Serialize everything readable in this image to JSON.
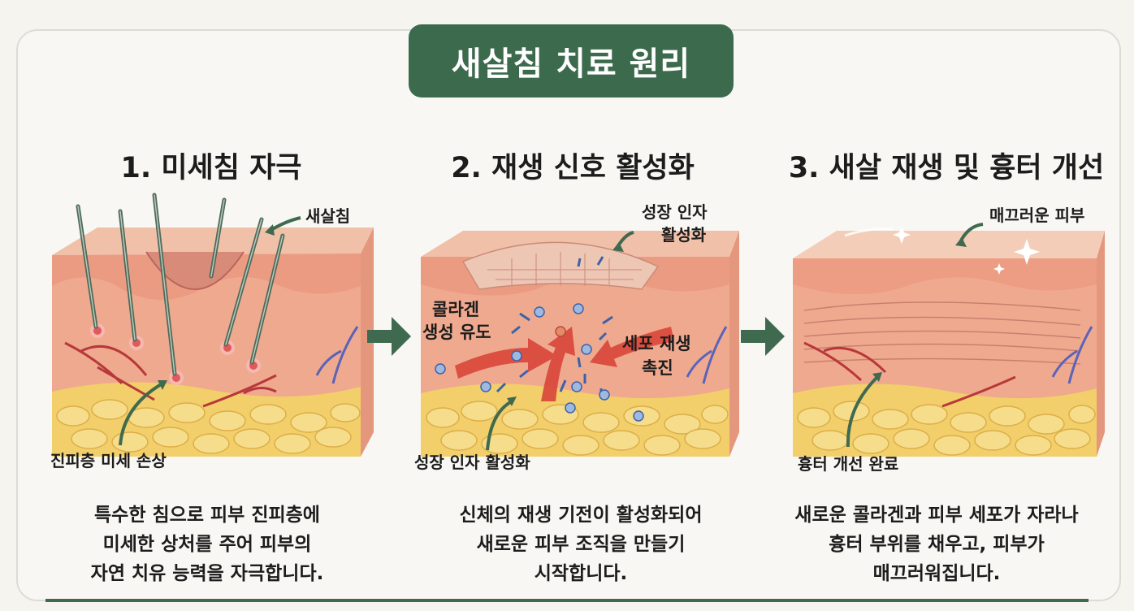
{
  "title": "새살침 치료 원리",
  "steps": [
    {
      "title": "1. 미세침 자극",
      "labels": {
        "needle": "새살침",
        "damage": "진피층 미세 손상"
      },
      "desc": [
        "특수한 침으로 피부 진피층에",
        "미세한 상처를 주어 피부의",
        "자연 치유 능력을 자극합니다."
      ]
    },
    {
      "title": "2. 재생 신호 활성화",
      "labels": {
        "growth_top_1": "성장 인자",
        "growth_top_2": "활성화",
        "collagen_1": "콜라겐",
        "collagen_2": "생성 유도",
        "cell_1": "세포 재생",
        "cell_2": "촉진",
        "growth_bottom": "성장 인자 활성화"
      },
      "desc": [
        "신체의 재생 기전이 활성화되어",
        "새로운 피부 조직을 만들기",
        "시작합니다."
      ]
    },
    {
      "title": "3. 새살 재생 및 흉터 개선",
      "labels": {
        "smooth": "매끄러운 피부",
        "scar": "흉터 개선 완료"
      },
      "desc": [
        "새로운 콜라겐과 피부 세포가 자라나",
        "흉터 부위를 채우고, 피부가",
        "매끄러워집니다."
      ]
    }
  ],
  "colors": {
    "banner": "#3c6a4d",
    "arrow": "#3f6a4f",
    "skin_top": "#f2b39a",
    "skin_face": "#efa98f",
    "fat": "#f2cf6a",
    "red_arrow": "#d9463a",
    "blue_arrow": "#3b62a8"
  }
}
